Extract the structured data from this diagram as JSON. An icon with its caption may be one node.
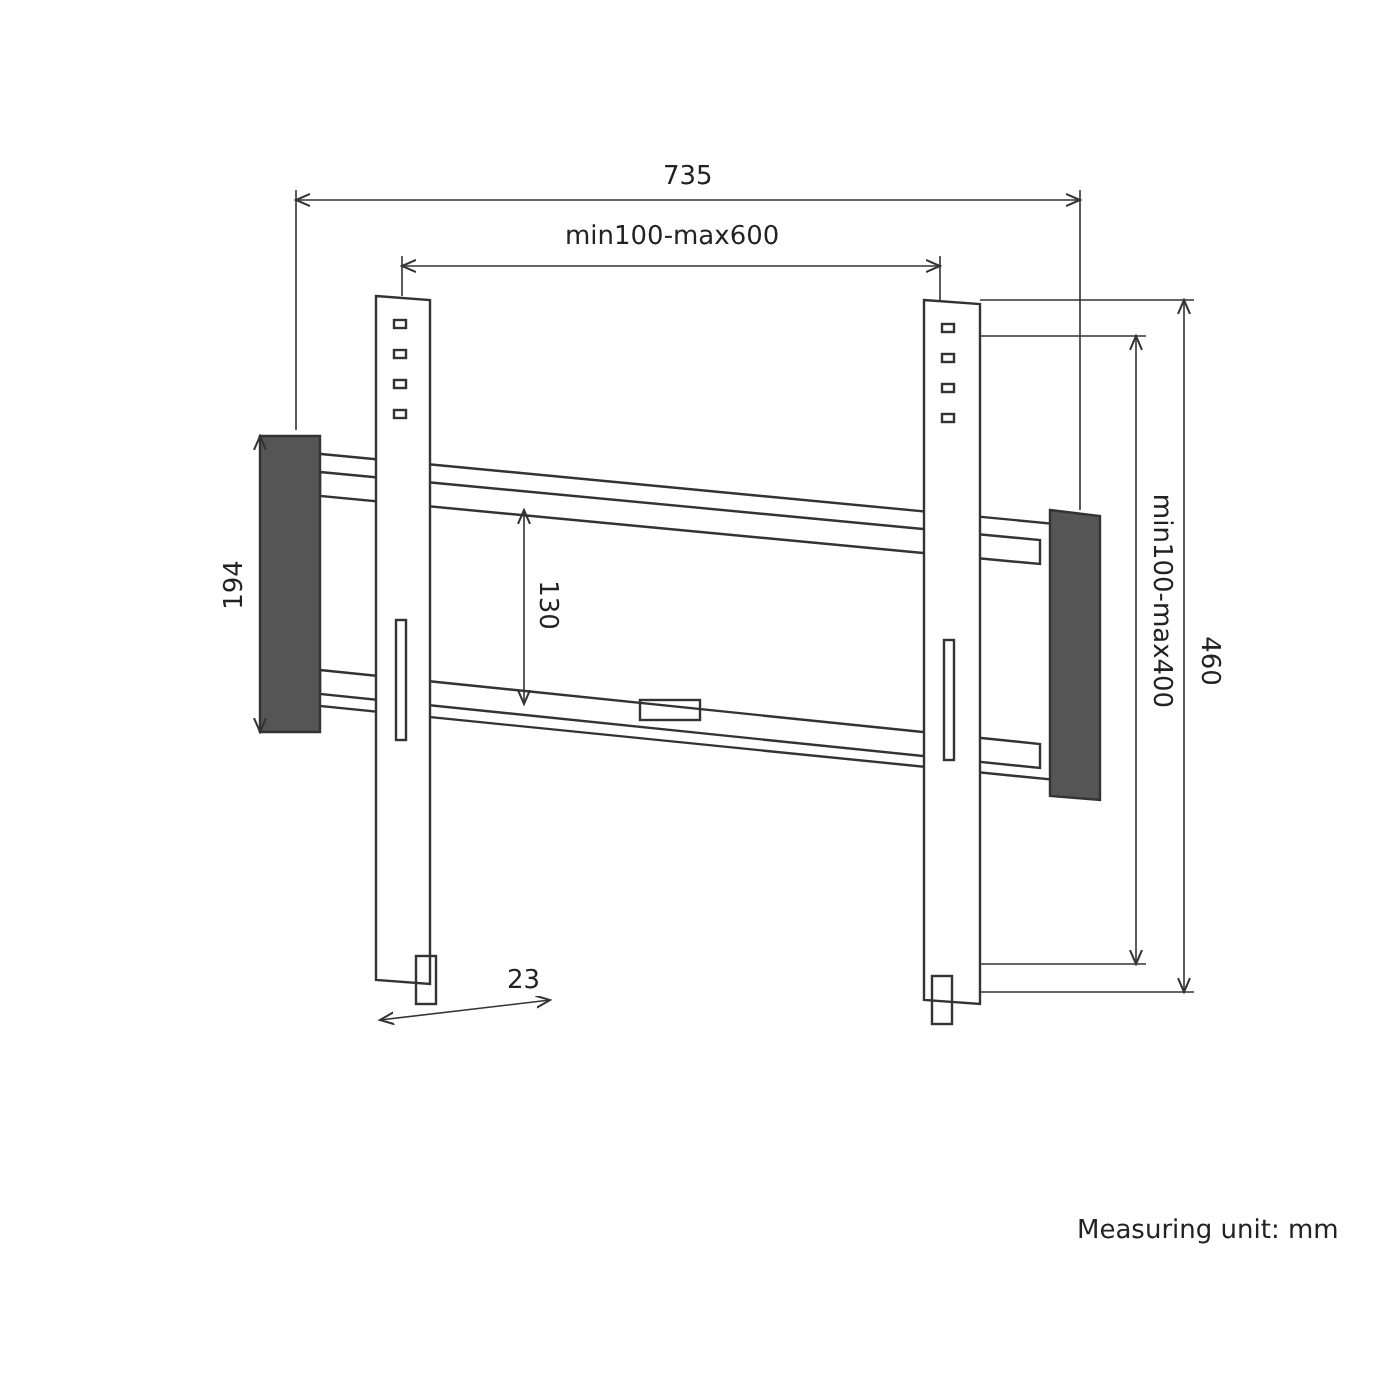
{
  "diagram": {
    "labels": [
      "735",
      "min100-max600",
      "194",
      "130",
      "min100-max400",
      "460",
      "23",
      "Measuring unit: mm"
    ]
  }
}
